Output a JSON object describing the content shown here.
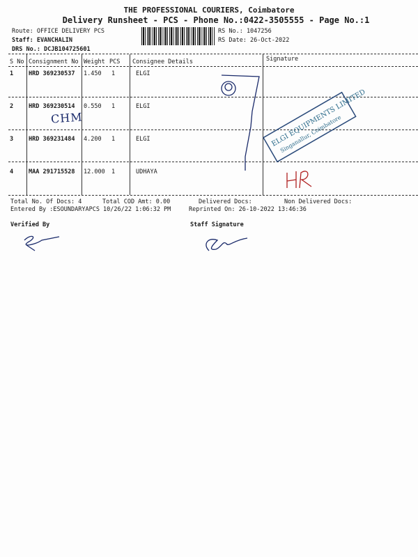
{
  "header": {
    "company": "THE PROFESSIONAL COURIERS, Coimbatore",
    "subtitle": "Delivery Runsheet - PCS - Phone No.:0422-3505555 - Page No.:1",
    "route": "Route: OFFICE DELIVERY PCS",
    "staff": "Staff: EVANCHALIN",
    "drs": "DRS No.: DCJB104725601",
    "rs_no": "RS No.: 1047256",
    "rs_date": "RS Date: 26-Oct-2022"
  },
  "table": {
    "columns": [
      "S No",
      "Consignment No",
      "Weight",
      "PCS",
      "Consignee Details",
      "Signature"
    ],
    "rows": [
      {
        "sno": "1",
        "consignment": "HRD 369230537",
        "weight": "1.450",
        "pcs": "1",
        "consignee": "ELGI"
      },
      {
        "sno": "2",
        "consignment": "HRD 369230514",
        "weight": "0.550",
        "pcs": "1",
        "consignee": "ELGI"
      },
      {
        "sno": "3",
        "consignment": "HRD 369231484",
        "weight": "4.200",
        "pcs": "1",
        "consignee": "ELGI"
      },
      {
        "sno": "4",
        "consignment": "MAA 291715528",
        "weight": "12.000",
        "pcs": "1",
        "consignee": "UDHAYA"
      }
    ]
  },
  "footer": {
    "total_docs": "Total No. Of Docs:   4",
    "total_cod": "Total COD Amt:    0.00",
    "delivered": "Delivered Docs:",
    "non_delivered": "Non Delivered Docs:",
    "entered_by": "Entered By :ESOUNDARYAPCS 10/26/22 1:06:32 PM",
    "reprinted": "Reprinted On: 26-10-2022 13:46:36",
    "verified_by": "Verified By",
    "staff_signature": "Staff Signature"
  },
  "stamp": {
    "line1": "ELGI EQUIPMENTS LIMITED",
    "line2": "Singanallur, Coimbatore"
  },
  "handwriting": {
    "note_row2": "CHM",
    "sign_row4": "HR"
  }
}
